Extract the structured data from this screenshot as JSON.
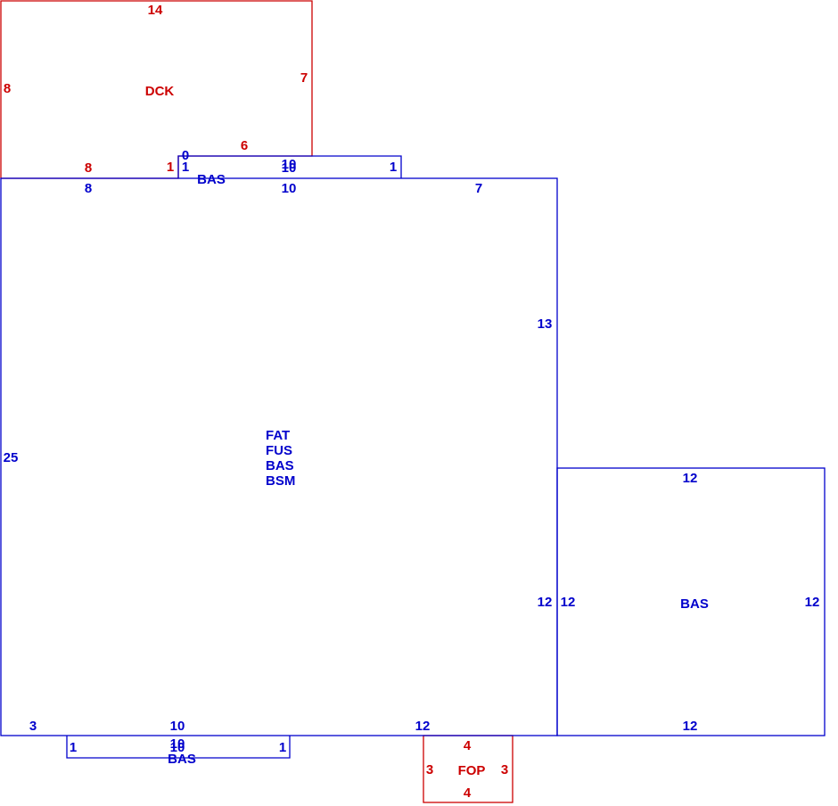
{
  "colors": {
    "living": "#0000cc",
    "exterior": "#cc0000"
  },
  "areas": {
    "dck": "DCK",
    "main_lines": [
      "FAT",
      "FUS",
      "BAS",
      "BSM"
    ],
    "right_bas": "BAS",
    "top_bas": "BAS",
    "bottom_bas": "BAS",
    "fop": "FOP"
  },
  "dims": {
    "dck_top": "14",
    "dck_left": "8",
    "dck_right": "7",
    "dck_step": "6",
    "dck_bottom": "8",
    "dck_jog": "1",
    "top_bas_zero": "0",
    "top_bas_left": "1",
    "top_bas_top": "10",
    "top_bas_bottom": "10",
    "top_bas_right": "1",
    "main_top_left": "8",
    "main_top_mid": "10",
    "main_top_right": "7",
    "main_right_upper": "13",
    "main_left": "25",
    "main_right_lower": "12",
    "main_bottom_left": "3",
    "main_bottom_mid": "10",
    "main_bottom_right": "12",
    "right_bas_top": "12",
    "right_bas_left": "12",
    "right_bas_right": "12",
    "right_bas_bottom": "12",
    "bottom_bas_left": "1",
    "bottom_bas_top": "10",
    "bottom_bas_bottom": "10",
    "bottom_bas_right": "1",
    "fop_top": "4",
    "fop_left": "3",
    "fop_right": "3",
    "fop_bottom": "4"
  }
}
